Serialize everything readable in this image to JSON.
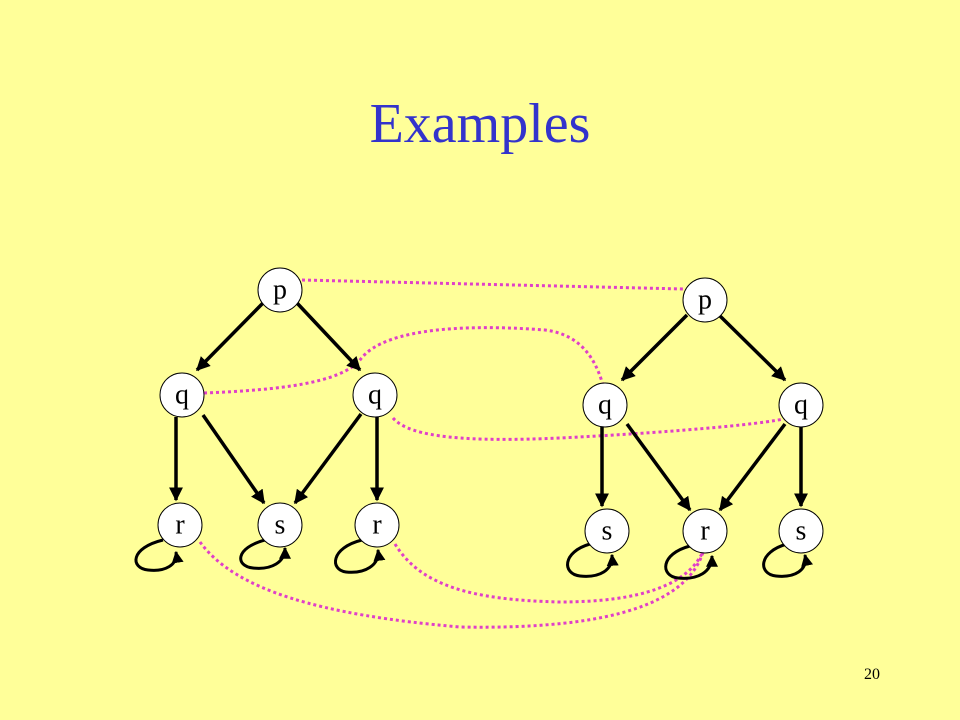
{
  "slide": {
    "title": "Examples",
    "page_number": "20"
  },
  "graphs": [
    {
      "nodes": [
        "p",
        "q",
        "q",
        "r",
        "s",
        "r"
      ]
    },
    {
      "nodes": [
        "p",
        "q",
        "q",
        "s",
        "r",
        "s"
      ]
    }
  ],
  "colors": {
    "background": "#ffff99",
    "title": "#3333cc",
    "match_line": "#e040c8",
    "edge": "#000000"
  }
}
